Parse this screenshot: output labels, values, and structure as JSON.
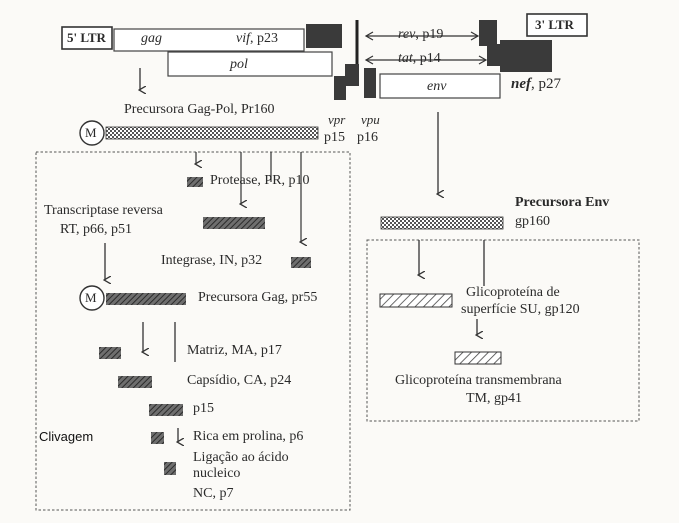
{
  "genome": {
    "ltr5": "5' LTR",
    "ltr3": "3' LTR",
    "gag": "gag",
    "vif_gene": "vif",
    "vif_protein": ", p23",
    "pol": "pol",
    "rev_gene": "rev",
    "rev_protein": ", p19",
    "tat_gene": "tat",
    "tat_protein": ", p14",
    "env": "env",
    "nef_gene": "nef",
    "nef_protein": ", p27",
    "vpr": "vpr",
    "vpu": "vpu",
    "p15": "p15",
    "p16": "p16"
  },
  "left": {
    "gagpol_title": "Precursora Gag-Pol, Pr160",
    "m1": "M",
    "protease": "Protease, PR, p10",
    "rt_line1": "Transcriptase reversa",
    "rt_line2": "RT, p66, p51",
    "integrase": "Integrase, IN, p32",
    "m2": "M",
    "gag_precursor": "Precursora Gag, pr55",
    "matriz": "Matriz, MA, p17",
    "capsidio": "Capsídio, CA, p24",
    "p15": "p15",
    "prolina": "Rica em prolina, p6",
    "nc_line1": "Ligação ao ácido",
    "nc_line2": "nucleico",
    "nc_line3": "NC, p7",
    "clivagem": "Clivagem"
  },
  "right": {
    "env_title_line1": "Precursora Env",
    "env_title_line2": "gp160",
    "su_line1": "Glicoproteína de",
    "su_line2": "superfície SU, gp120",
    "tm_line1": "Glicoproteína transmembrana",
    "tm_line2": "TM, gp41"
  }
}
